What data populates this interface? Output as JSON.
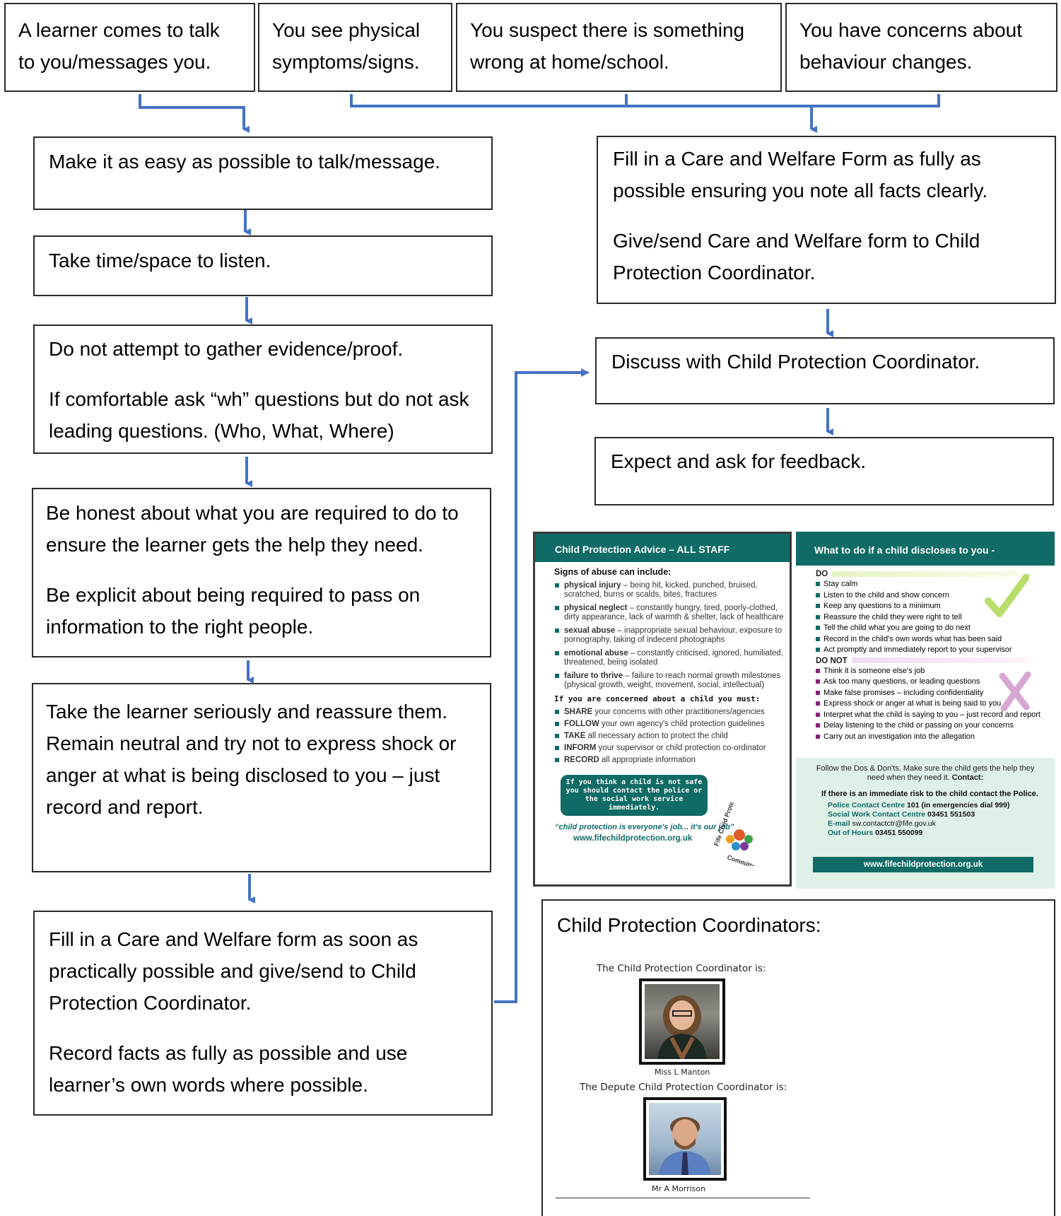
{
  "triggers": [
    "A learner comes to talk to you/messages you.",
    "You see physical symptoms/signs.",
    "You suspect there is something wrong at home/school.",
    "You have concerns about behaviour changes."
  ],
  "left_steps": {
    "easy": "Make it as easy as possible to talk/message.",
    "listen": "Take time/space to listen.",
    "evidence_1": "Do not attempt to gather evidence/proof.",
    "evidence_2": "If comfortable ask “wh” questions but do not ask leading questions. (Who, What, Where)",
    "honest_1": "Be honest about what you are required to do to ensure the learner gets the help they need.",
    "honest_2": "Be explicit about being required to pass on information to the right people.",
    "serious": "Take the learner seriously and reassure them. Remain neutral and try not to express shock or anger at what is being disclosed to you – just record and report.",
    "form_1": "Fill in a Care and Welfare form as soon as practically possible and give/send to Child Protection Coordinator.",
    "form_2": "Record facts as fully as possible and use learner’s own words where possible."
  },
  "right_steps": {
    "fill_1": "Fill in a Care and Welfare Form as fully as possible ensuring you note all facts clearly.",
    "fill_2": "Give/send Care and Welfare form to Child Protection Coordinator.",
    "discuss": "Discuss with Child Protection Coordinator.",
    "feedback": "Expect and ask for feedback."
  },
  "leaflet_advice": {
    "header": "Child Protection Advice – ALL STAFF",
    "signs_title": "Signs of abuse can include:",
    "signs": [
      {
        "term": "physical injury",
        "text": " – being hit, kicked, punched, bruised, scratched, burns or scalds, bites, fractures"
      },
      {
        "term": "physical neglect",
        "text": " – constantly hungry, tired, poorly-clothed, dirty appearance, lack of warmth & shelter, lack of healthcare"
      },
      {
        "term": "sexual abuse",
        "text": " – inappropriate sexual behaviour, exposure to pornography, taking of indecent photographs"
      },
      {
        "term": "emotional abuse",
        "text": " – constantly criticised, ignored, humiliated, threatened, being isolated"
      },
      {
        "term": "failure to thrive",
        "text": " – failure to reach normal growth milestones (physical growth, weight, movement, social, intellectual)"
      }
    ],
    "must_title": "If you are concerned about a child you must:",
    "must": [
      {
        "term": "SHARE",
        "text": " your concerns with other practitioners/agencies"
      },
      {
        "term": "FOLLOW",
        "text": " your own agency's child protection guidelines"
      },
      {
        "term": "TAKE",
        "text": " all necessary action to protect the child"
      },
      {
        "term": "INFORM",
        "text": " your supervisor or child protection co-ordinator"
      },
      {
        "term": "RECORD",
        "text": " all appropriate information"
      }
    ],
    "callout": "If you think a child is not safe you should contact the police or the social work service immediately.",
    "slogan": "“child protection is everyone's job... it's our job”",
    "url": "www.fifechildprotection.org.uk",
    "logo_text_top": "Fife Child Protection",
    "logo_text_bottom": "Committee"
  },
  "leaflet_disclose": {
    "header": "What to do if a child discloses to you -",
    "do_label": "DO",
    "do": [
      "Stay calm",
      "Listen to the child and show concern",
      "Keep any questions to a minimum",
      "Reassure the child they were right to tell",
      "Tell the child what you are going to do next",
      "Record in the child's own words what has been said",
      "Act promptly and immediately report to your supervisor"
    ],
    "dont_label": "DO NOT",
    "dont": [
      "Think it is someone else's job",
      "Ask too many questions, or leading questions",
      "Make false promises – including confidentiality",
      "Express shock or anger at what is being said to you",
      "Interpret what the child is saying to you – just record and report",
      "Delay listening to the child or passing on your concerns",
      "Carry out an investigation into the allegation"
    ],
    "follow": "Follow the Dos & Don'ts. Make sure the child gets the help they need when they need it.",
    "contact_label": "Contact:",
    "risk": "If there is an immediate risk to the child contact the Police.",
    "police_label": "Police Contact Centre",
    "police_value": "101 (in emergencies dial 999)",
    "sw_label": "Social Work Contact Centre",
    "sw_value": "03451 551503",
    "email_label": "E-mail",
    "email_value": "sw.contactctr@fife.gov.uk",
    "ooh_label": "Out of Hours",
    "ooh_value": "03451 550099",
    "url": "www.fifechildprotection.org.uk"
  },
  "coordinators": {
    "title": "Child Protection Coordinators:",
    "primary_label": "The Child Protection Coordinator is:",
    "primary_name": "Miss L Manton",
    "deputy_label": "The Depute Child Protection Coordinator is:",
    "deputy_name": "Mr A Morrison"
  },
  "colors": {
    "connector": "#4472c4",
    "leaflet_teal": "#106b66",
    "dont_purple": "#8a1f7a",
    "tick_green": "#b9dc6a",
    "cross_pink": "#d9a6d4"
  }
}
